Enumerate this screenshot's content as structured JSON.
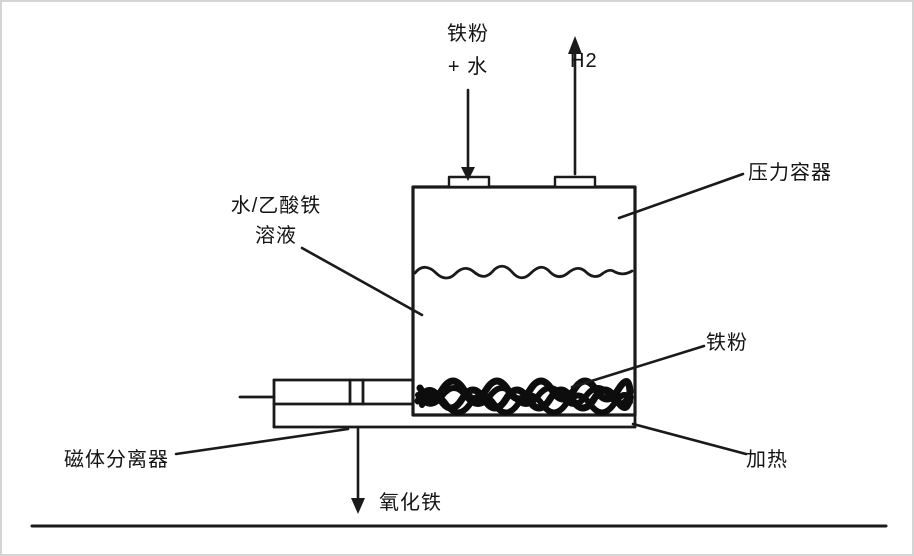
{
  "diagram": {
    "title": "pressure-vessel-iron-powder-process-diagram",
    "labels": {
      "feed_line1": "铁粉",
      "feed_line2": "+ 水",
      "h2_out": "H2",
      "pressure_vessel": "压力容器",
      "solution_line1": "水/乙酸铁",
      "solution_line2": "溶液",
      "iron_powder": "铁粉",
      "magnetic_separator": "磁体分离器",
      "heating": "加热",
      "iron_oxide": "氧化铁"
    },
    "colors": {
      "line": "#1a1a1a",
      "scribble": "#0d0d0d",
      "background": "#ffffff",
      "frame": "#d4d4d4"
    }
  }
}
